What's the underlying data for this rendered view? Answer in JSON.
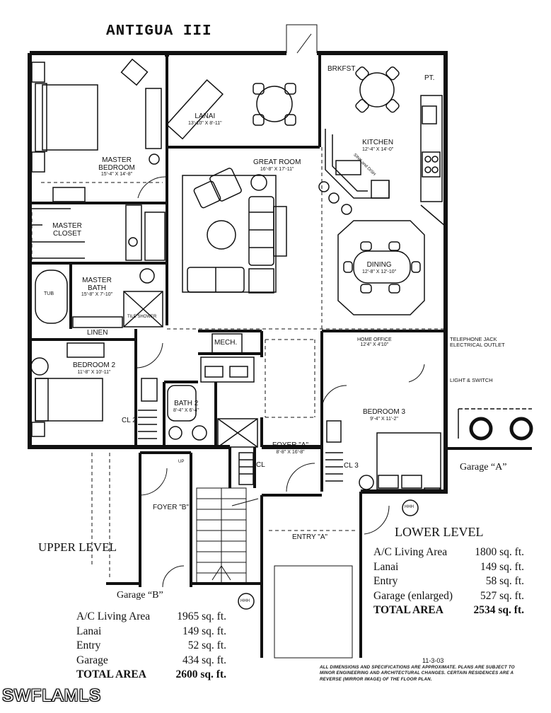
{
  "title": "ANTIGUA III",
  "rooms": {
    "lanai": {
      "name": "LANAI",
      "dim": "13'-10\" X 8'-11\""
    },
    "master_bedroom": {
      "name": "MASTER BEDROOM",
      "dim": "15'-4\" X 14'-8\""
    },
    "great_room": {
      "name": "GREAT ROOM",
      "dim": "16'-8\" X 17'-11\""
    },
    "brkfst": {
      "name": "BRKFST"
    },
    "pt": {
      "name": "PT."
    },
    "kitchen": {
      "name": "KITCHEN",
      "dim": "12'-4\" X 14'-0\""
    },
    "sink": {
      "name": "SINK and DISH"
    },
    "master_closet": {
      "name": "MASTER CLOSET"
    },
    "master_bath": {
      "name": "MASTER BATH",
      "dim": "15'-8\" X 7'-10\""
    },
    "tub": {
      "name": "TUB"
    },
    "shower": {
      "name": "TILE SHOWER"
    },
    "linen": {
      "name": "LINEN"
    },
    "dining": {
      "name": "DINING",
      "dim": "12'-8\" X 12'-10\""
    },
    "mech": {
      "name": "MECH."
    },
    "home_office": {
      "name": "HOME OFFICE",
      "dim": "12'4\" X 4'10\""
    },
    "bedroom2": {
      "name": "BEDROOM 2",
      "dim": "11'-8\" X 10'-11\""
    },
    "bath2": {
      "name": "BATH 2",
      "dim": "8'-4\" X 6'-4\""
    },
    "cl2": {
      "name": "CL 2"
    },
    "bedroom3": {
      "name": "BEDROOM 3",
      "dim": "9'-4\" X 11'-2\""
    },
    "cl3": {
      "name": "CL 3"
    },
    "foyer_a": {
      "name": "FOYER \"A\"",
      "dim": "8'-8\" X 16'-8\""
    },
    "cl": {
      "name": "CL"
    },
    "foyer_b": {
      "name": "FOYER \"B\""
    },
    "entry_a": {
      "name": "ENTRY \"A\""
    },
    "up": {
      "name": "UP"
    }
  },
  "annotations": {
    "telephone": "TELEPHONE JACK\nELECTRICAL OUTLET",
    "light": "LIGHT & SWITCH"
  },
  "garage_a": "Garage “A”",
  "garage_b": "Garage “B”",
  "hhh": "HHH",
  "upper_level": {
    "label": "UPPER LEVEL",
    "rows": [
      {
        "name": "A/C Living Area",
        "value": "1965 sq. ft."
      },
      {
        "name": "Lanai",
        "value": "149 sq. ft."
      },
      {
        "name": "Entry",
        "value": "52 sq. ft."
      },
      {
        "name": "Garage",
        "value": "434 sq. ft."
      }
    ],
    "total": {
      "name": "TOTAL AREA",
      "value": "2600 sq. ft."
    }
  },
  "lower_level": {
    "label": "LOWER LEVEL",
    "rows": [
      {
        "name": "A/C Living Area",
        "value": "1800 sq. ft."
      },
      {
        "name": "Lanai",
        "value": "149 sq. ft."
      },
      {
        "name": "Entry",
        "value": "58 sq. ft."
      },
      {
        "name": "Garage (enlarged)",
        "value": "527 sq. ft."
      }
    ],
    "total": {
      "name": "TOTAL AREA",
      "value": "2534 sq. ft."
    }
  },
  "date": "11-3-03",
  "disclaimer": "ALL DIMENSIONS AND SPECIFICATIONS ARE APPROXIMATE. PLANS ARE SUBJECT TO MINOR ENGINEERING AND ARCHITECTURAL CHANGES. CERTAIN RESIDENCES ARE A REVERSE (MIRROR IMAGE) OF THE FLOOR PLAN.",
  "watermark": "SWFLAMLS"
}
